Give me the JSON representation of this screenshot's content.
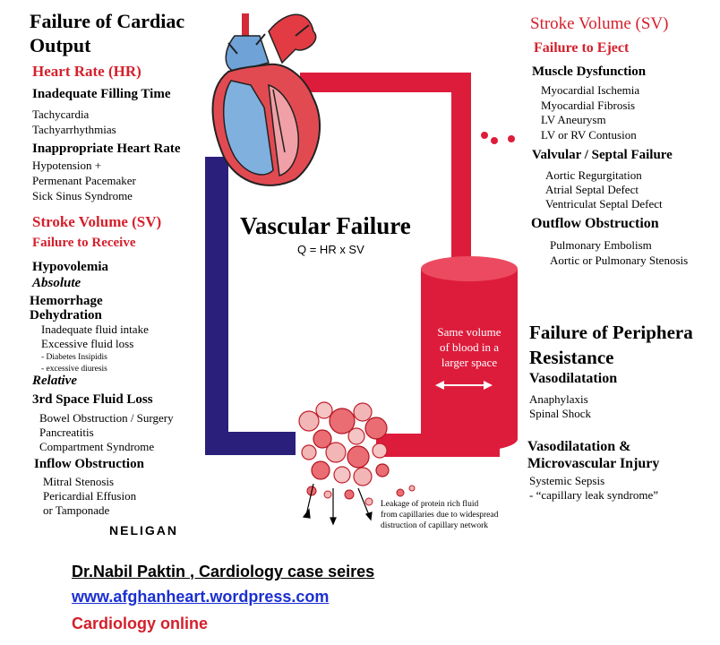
{
  "left": {
    "title_lines": [
      "Failure of Cardiac",
      "Output"
    ],
    "hr_heading": "Heart Rate (HR)",
    "filling_heading": "Inadequate Filling Time",
    "filling_items": [
      "Tachycardia",
      "Tachyarrhythmias"
    ],
    "inappropriate_heading": "Inappropriate Heart Rate",
    "inappropriate_items": [
      "Hypotension +",
      "Permenant Pacemaker",
      "Sick Sinus Syndrome"
    ],
    "sv_heading": "Stroke Volume (SV)",
    "sv_sub": "Failure to Receive",
    "hypovolemia": "Hypovolemia",
    "absolute": "Absolute",
    "hemorrhage": "Hemorrhage",
    "dehydration": "Dehydration",
    "dehydration_items": [
      "Inadequate fluid intake",
      "Excessive fluid loss"
    ],
    "small_items": [
      "- Diabetes Insipidis",
      "- excessive diuresis"
    ],
    "relative": "Relative",
    "third_space": "3rd Space Fluid Loss",
    "third_space_items": [
      "Bowel Obstruction / Surgery",
      "Pancreatitis",
      "Compartment Syndrome"
    ],
    "inflow": "Inflow Obstruction",
    "inflow_items": [
      "Mitral Stenosis",
      "Pericardial Effusion",
      "or Tamponade"
    ],
    "brand": "NELIGAN"
  },
  "center": {
    "title": "Vascular Failure",
    "formula": "Q = HR x SV",
    "cylinder_label": [
      "Same volume",
      "of blood in a",
      "larger space"
    ],
    "leakage_label": [
      "Leakage of protein rich fluid",
      "from capillaries due to widespread",
      "distruction of capillary network"
    ]
  },
  "right": {
    "sv_heading": "Stroke Volume (SV)",
    "sv_sub": "Failure to Eject",
    "muscle_heading": "Muscle Dysfunction",
    "muscle_items": [
      "Myocardial Ischemia",
      "Myocardial Fibrosis",
      "LV Aneurysm",
      "LV or RV Contusion"
    ],
    "valvular_heading": "Valvular / Septal Failure",
    "valvular_items": [
      "Aortic Regurgitation",
      "Atrial Septal Defect",
      "Ventriculat Septal Defect"
    ],
    "outflow_heading": "Outflow Obstruction",
    "outflow_items": [
      "Pulmonary Embolism",
      "Aortic or Pulmonary Stenosis"
    ],
    "peripheral_lines": [
      "Failure of Periphera",
      "Resistance"
    ],
    "vasodilatation": "Vasodilatation",
    "vaso_items": [
      "Anaphylaxis",
      "Spinal Shock"
    ],
    "micro_lines": [
      "Vasodilatation &",
      "Microvascular Injury"
    ],
    "micro_items": [
      "Systemic Sepsis",
      "- “capillary leak syndrome”"
    ]
  },
  "footer": {
    "author": "Dr.Nabil Paktin , Cardiology case seires",
    "website": "www.afghanheart.wordpress.com",
    "tagline": "Cardiology online"
  },
  "colors": {
    "accent_red": "#d4202c",
    "vessel_blue": "#2a1f7a",
    "vessel_red": "#dd1c3c",
    "link_blue": "#1a2fd0"
  }
}
